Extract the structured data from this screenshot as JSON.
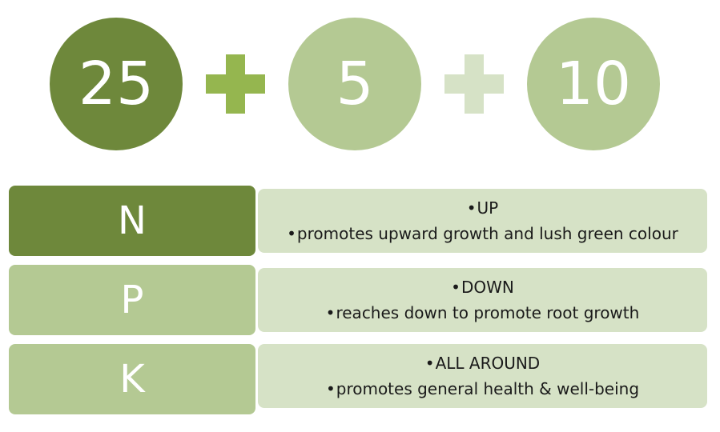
{
  "equation": {
    "n_value": "25",
    "p_value": "5",
    "k_value": "10"
  },
  "nutrients": [
    {
      "letter": "N",
      "title": "UP",
      "description": "promotes upward growth and lush green colour"
    },
    {
      "letter": "P",
      "title": "DOWN",
      "description": "reaches down to promote root growth"
    },
    {
      "letter": "K",
      "title": "ALL AROUND",
      "description": "promotes general health & well-being"
    }
  ],
  "colors": {
    "dark_green": "#6e883b",
    "light_green": "#b4c993",
    "pale_green": "#d6e2c6",
    "plus_medium": "#95b64f",
    "plus_pale": "#d6e2c6"
  }
}
